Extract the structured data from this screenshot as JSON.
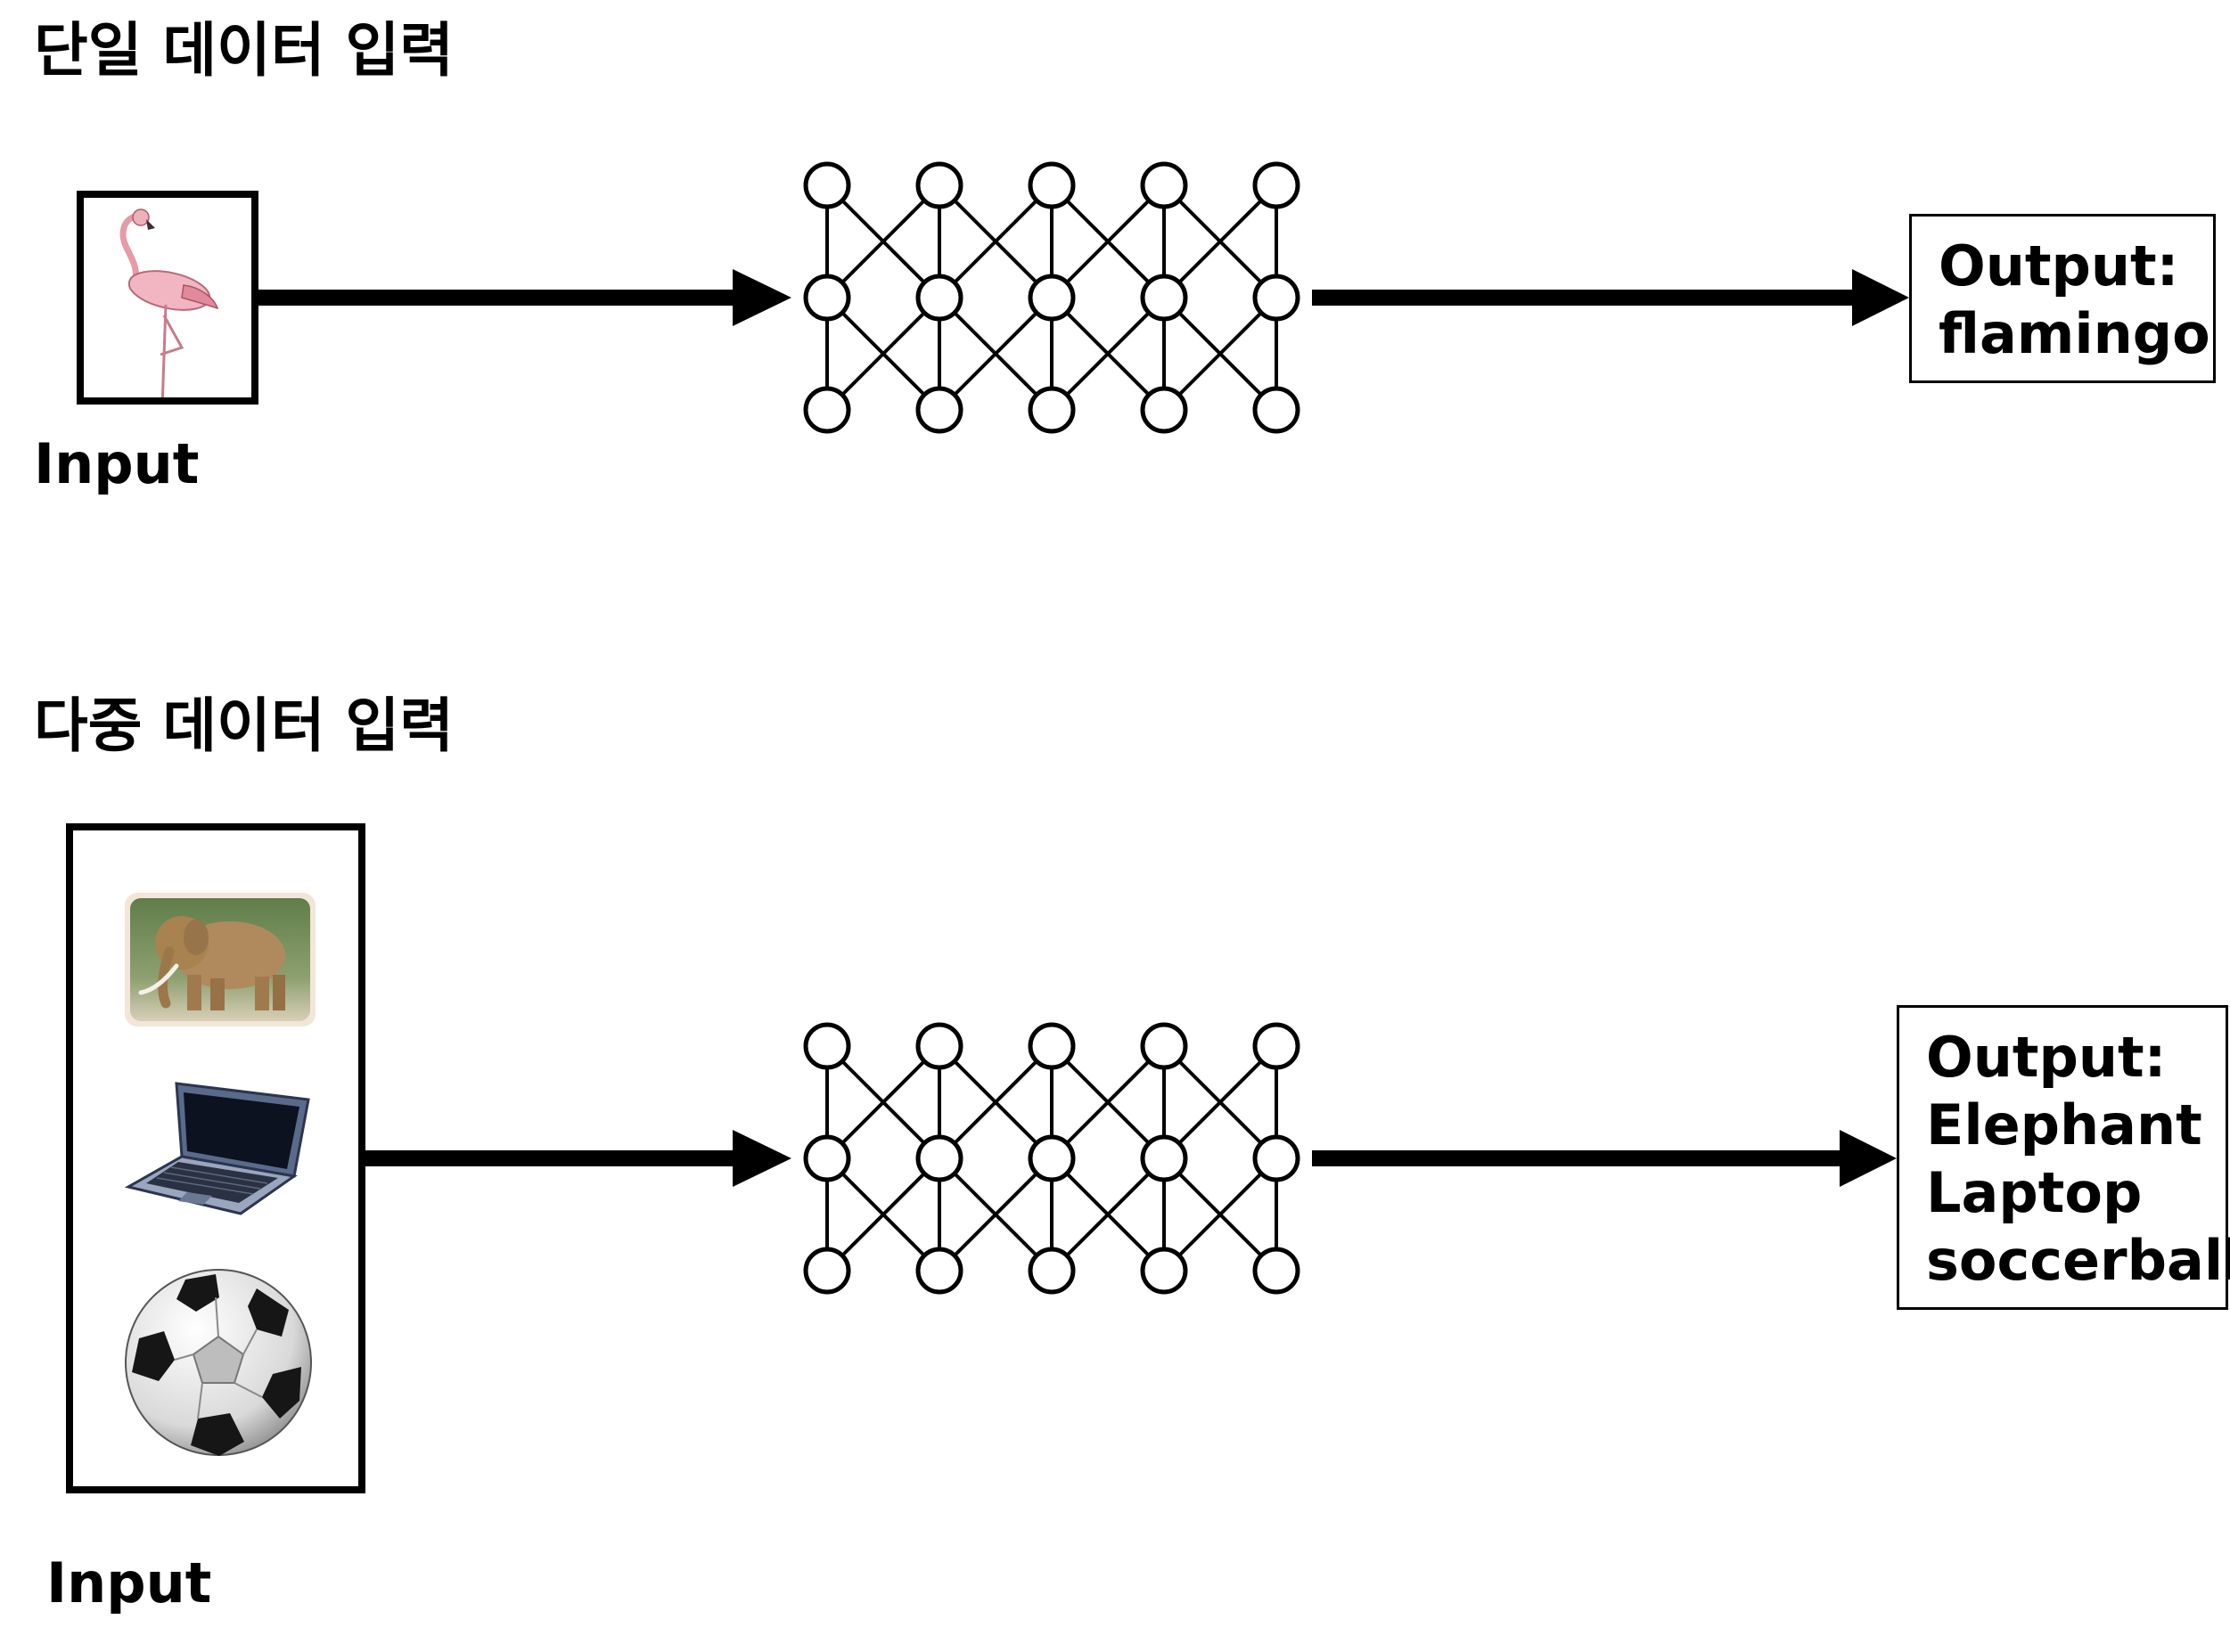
{
  "single": {
    "heading": "단일 데이터 입력",
    "input_label": "Input",
    "output_lines": [
      "Output:",
      "flamingo"
    ],
    "input_items": [
      "flamingo-image"
    ]
  },
  "multi": {
    "heading": "다중 데이터 입력",
    "input_label": "Input",
    "output_lines": [
      "Output:",
      "Elephant",
      "Laptop",
      "soccerball"
    ],
    "input_items": [
      "elephant-image",
      "laptop-image",
      "soccer-ball-image"
    ]
  },
  "network": {
    "columns": 5,
    "rows": 3
  }
}
